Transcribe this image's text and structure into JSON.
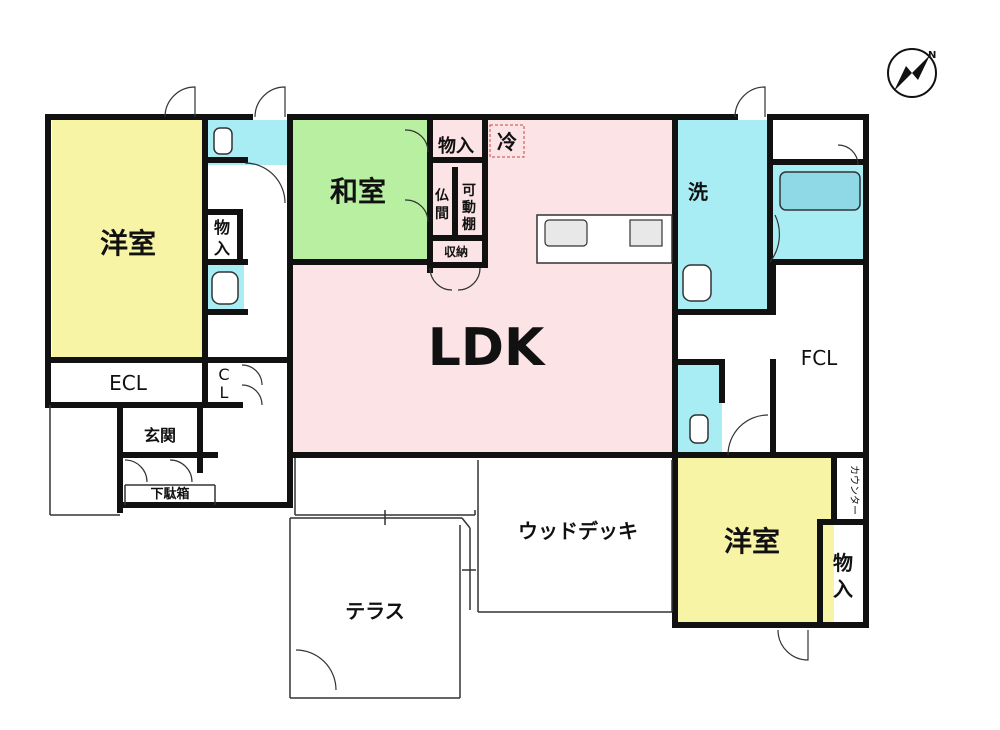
{
  "plan": {
    "rooms": {
      "western_left": "洋室",
      "japanese": "和室",
      "storage_a": "物入",
      "fridge": "冷",
      "butsuma": "仏間",
      "movable_shelf": "可動棚",
      "closet_small": "収納",
      "wash": "洗",
      "storage_b": "物入",
      "ldk": "LDK",
      "fcl": "FCL",
      "ecl": "ECL",
      "cl": "CL",
      "entrance": "玄関",
      "shoebox": "下駄箱",
      "wood_deck": "ウッドデッキ",
      "western_right": "洋室",
      "counter": "カウンター",
      "storage_c": "物入",
      "terrace": "テラス"
    },
    "compass": "N",
    "colors": {
      "western": "#f7f5a5",
      "japanese": "#b8efa0",
      "ldk": "#fbe3e6",
      "wet": "#a8ecf4",
      "plain": "#ffffff"
    }
  }
}
